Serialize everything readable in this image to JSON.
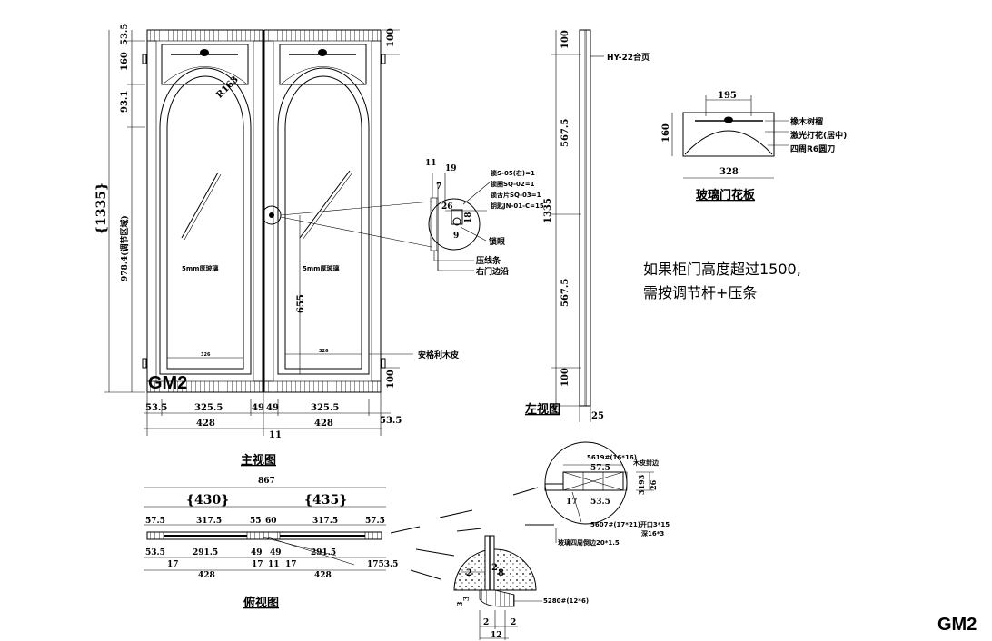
{
  "front_view": {
    "title": "主视图",
    "label": "GM2",
    "dims_left": {
      "top": "53.5",
      "rail": "160",
      "arch": "93.1",
      "overall": "{1335}",
      "adjust": "978.4(调节区域)"
    },
    "dims_right": {
      "top": "100",
      "bottom": "100"
    },
    "dims_bottom": {
      "side_l": "53.5",
      "panel_l": "325.5",
      "mid_l": "49",
      "mid_r": "49",
      "panel_r": "325.5",
      "side_r": "53.5",
      "leaf_l": "428",
      "leaf_r": "428",
      "gap": "11"
    },
    "glass_left": "5mm厚玻璃",
    "glass_right": "5mm厚玻璃",
    "radius": "R163",
    "inner_w_l": "326",
    "inner_w_r": "326",
    "handle_h": "655",
    "veneer": "安格利木皮"
  },
  "lock_detail": {
    "d11": "11",
    "d19": "19",
    "d7": "7",
    "d26": "26",
    "d18": "18",
    "d9": "9",
    "notes": [
      "锁S-05(右)=1",
      "锁圈SQ-02=1",
      "锁舌片SQ-03=1",
      "钥匙JN-01-C=15"
    ],
    "lock_eye": "锁眼",
    "strip": "压线条",
    "door_edge": "右门边沿"
  },
  "side_view": {
    "title": "左视图",
    "hinge": "HY-22合页",
    "d100_top": "100",
    "d567a": "567.5",
    "d1335": "1335",
    "d567b": "567.5",
    "d100_bot": "100",
    "thick": "25"
  },
  "flower_panel": {
    "title": "玻璃门花板",
    "w_top": "195",
    "h": "160",
    "w_bot": "328",
    "notes": [
      "橡木树榴",
      "激光打花(居中)",
      "四周R6圆刀"
    ]
  },
  "note": {
    "line1": "如果柜门高度超过1500,",
    "line2": "需按调节杆+压条"
  },
  "top_view": {
    "title": "俯视图",
    "overall": "867",
    "leaf_l": "{430}",
    "leaf_r": "{435}",
    "row1": [
      "57.5",
      "317.5",
      "55",
      "60",
      "317.5",
      "57.5"
    ],
    "row2": [
      "53.5",
      "291.5",
      "49",
      "49",
      "291.5",
      ""
    ],
    "row3": [
      "17",
      "428",
      "17",
      "11",
      "17",
      "428",
      "1753.5"
    ]
  },
  "section_detail": {
    "top": {
      "profile": "5619#(16*16)",
      "veneer": "木皮封边",
      "d57": "57.5",
      "d53": "53.5",
      "d17": "17",
      "d319": "3193",
      "d26": "26"
    },
    "notes": [
      "5607#(17*21)开口3*15",
      "深16*3",
      "玻璃四周倒边20*1.5"
    ],
    "bottom": {
      "d2a": "2",
      "d2b": "2",
      "d8": "8",
      "d3": "3",
      "d3b": "3",
      "profile": "5280#(12*6)",
      "b2a": "2",
      "b2b": "2",
      "b12": "12"
    }
  },
  "corner_label": "GM2"
}
